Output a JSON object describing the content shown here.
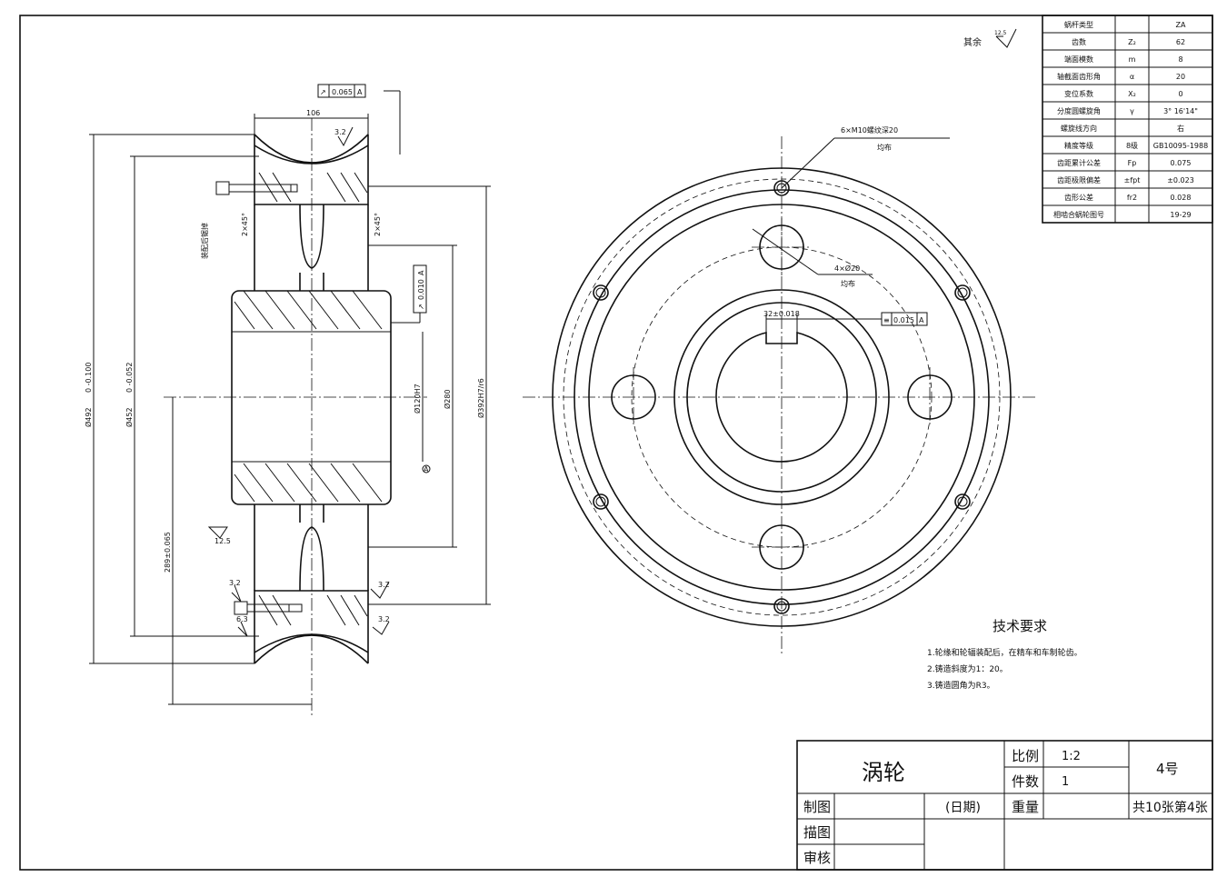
{
  "surface_finish_note": {
    "prefix": "其余",
    "value": "12.5"
  },
  "param_table": [
    {
      "name": "蜗杆类型",
      "symbol": "",
      "value": "ZA"
    },
    {
      "name": "齿数",
      "symbol": "Z₂",
      "value": "62"
    },
    {
      "name": "端面模数",
      "symbol": "m",
      "value": "8"
    },
    {
      "name": "轴截面齿形角",
      "symbol": "α",
      "value": "20"
    },
    {
      "name": "变位系数",
      "symbol": "X₂",
      "value": "0"
    },
    {
      "name": "分度圆螺旋角",
      "symbol": "γ",
      "value": "3° 16'14\""
    },
    {
      "name": "螺旋线方向",
      "symbol": "",
      "value": "右"
    },
    {
      "name": "精度等级",
      "symbol": "8级",
      "value": "GB10095-1988"
    },
    {
      "name": "齿距累计公差",
      "symbol": "Fp",
      "value": "0.075"
    },
    {
      "name": "齿距极限偏差",
      "symbol": "±fpt",
      "value": "±0.023"
    },
    {
      "name": "齿形公差",
      "symbol": "fr2",
      "value": "0.028"
    },
    {
      "name": "相啮合蜗轮图号",
      "symbol": "",
      "value": "19-29"
    }
  ],
  "section_view": {
    "dim_width": "106",
    "tolerance_top": {
      "sym": "↗",
      "value": "0.065",
      "datum": "A"
    },
    "tolerance_bore": {
      "sym": "↗",
      "value": "0.010",
      "datum": "A"
    },
    "chamfer_left": "2×45°",
    "chamfer_right": "2×45°",
    "assembly_note": "装配后锯掉",
    "dia_outer": "Ø492",
    "dia_outer_tol": "0 -0.100",
    "dia_tip": "Ø452",
    "dia_tip_tol": "0 -0.052",
    "dia_bore": "Ø120H7",
    "dia_hub": "Ø280",
    "dia_rim": "Ø392H7/r6",
    "center_dist": "289±0.065",
    "datum_label": "A",
    "roughness": [
      "12.5",
      "3.2",
      "3.2",
      "3.2",
      "6.3",
      "3.2"
    ]
  },
  "end_view": {
    "thread_note": "6×M10螺纹深20",
    "thread_note_sub": "均布",
    "hole_note": "4×Ø20",
    "hole_note_sub": "均布",
    "keyway_dim": "32±0.018",
    "keyway_tol": {
      "sym": "≡",
      "value": "0.015",
      "datum": "A"
    }
  },
  "tech_requirements": {
    "title": "技术要求",
    "items": [
      "1.轮缘和轮辐装配后，在精车和车制轮齿。",
      "2.铸造斜度为1：20。",
      "3.铸造圆角为R3。"
    ]
  },
  "title_block": {
    "part_name": "涡轮",
    "scale_label": "比例",
    "scale_value": "1:2",
    "qty_label": "件数",
    "qty_value": "1",
    "weight_label": "重量",
    "drawing_no": "4号",
    "sheet_info": "共10张第4张",
    "drawn_label": "制图",
    "date_label": "(日期)",
    "traced_label": "描图",
    "checked_label": "审核"
  }
}
